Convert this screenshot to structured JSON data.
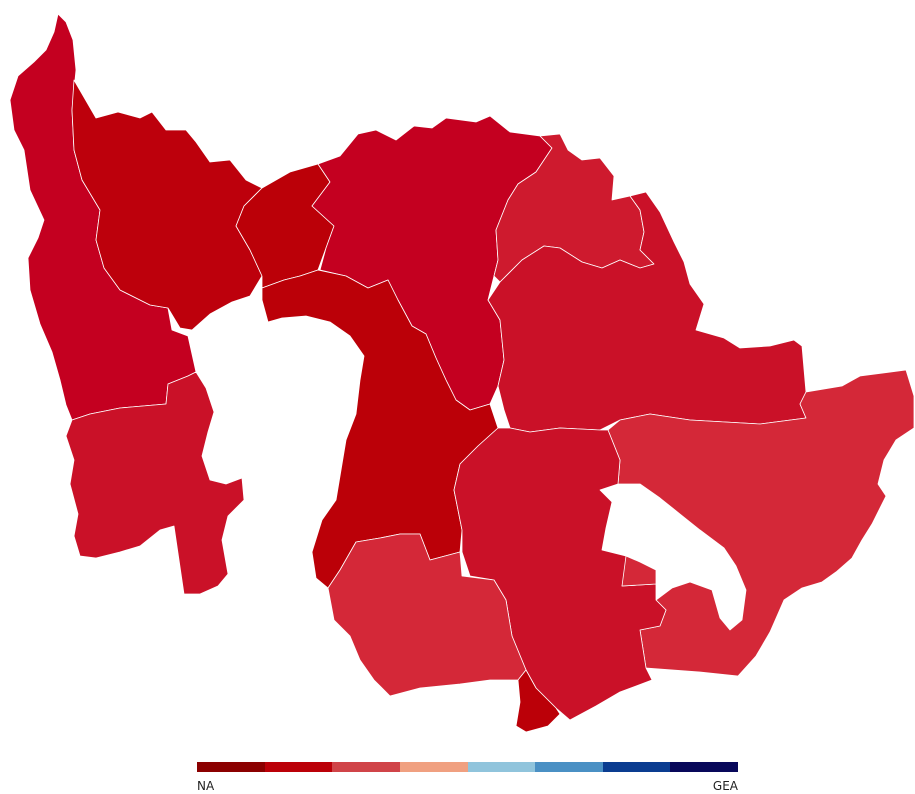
{
  "map": {
    "colors": {
      "darkest_red": "#bb0008",
      "dark_red": "#c40020",
      "medium_red": "#ca1128",
      "light_red": "#d42838",
      "background": "#ffffff"
    },
    "regions": [
      {
        "id": "nw",
        "color": "#c40020"
      },
      {
        "id": "north-west-inner",
        "color": "#bd000c"
      },
      {
        "id": "north-centre-small",
        "color": "#bb0008"
      },
      {
        "id": "north-centre",
        "color": "#c40020"
      },
      {
        "id": "north-east",
        "color": "#ce1a2e"
      },
      {
        "id": "east-centre",
        "color": "#ca1128"
      },
      {
        "id": "far-east",
        "color": "#d42838"
      },
      {
        "id": "west-south",
        "color": "#ca1128"
      },
      {
        "id": "centre-channel",
        "color": "#bb0008"
      },
      {
        "id": "south-centre",
        "color": "#ca1128"
      },
      {
        "id": "south-west",
        "color": "#d42838"
      },
      {
        "id": "south-tip",
        "color": "#bb0008"
      },
      {
        "id": "lake-edge",
        "color": "#d42838"
      }
    ]
  },
  "legend": {
    "left_label": "NA",
    "right_label": "GEA",
    "swatches": [
      "#8b0000",
      "#bb0008",
      "#d04448",
      "#f0a080",
      "#90c4dc",
      "#4a90c4",
      "#0a3c90",
      "#08085a"
    ]
  }
}
